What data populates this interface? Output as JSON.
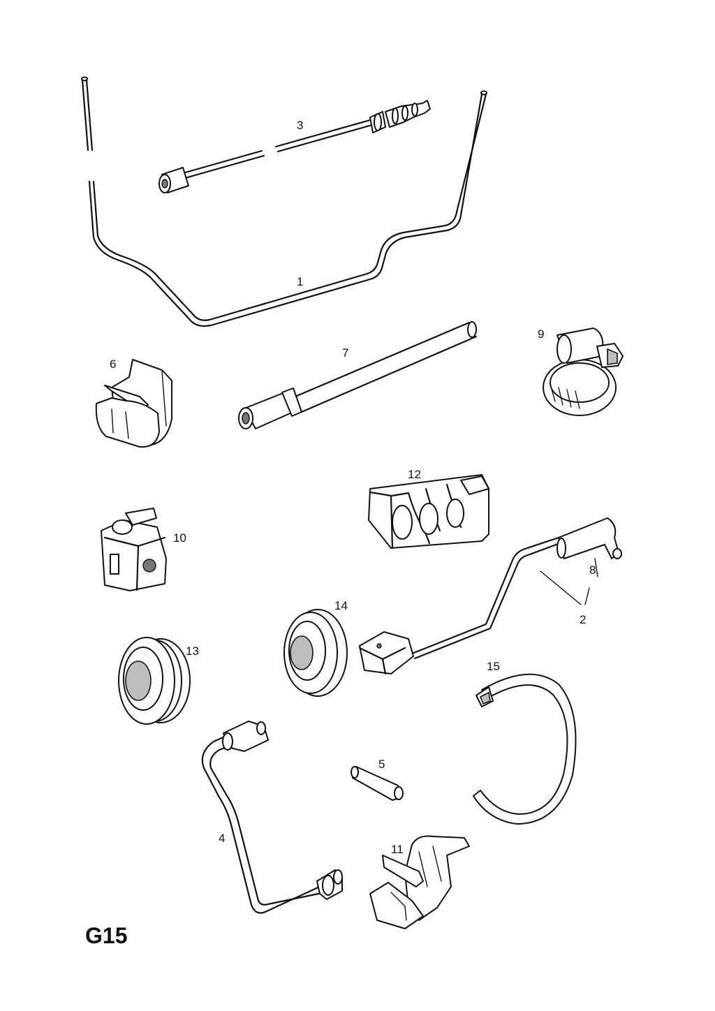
{
  "page_code": "G15",
  "callouts": {
    "c1": "1",
    "c2": "2",
    "c3": "3",
    "c4": "4",
    "c5": "5",
    "c6": "6",
    "c7": "7",
    "c8": "8",
    "c9": "9",
    "c10": "10",
    "c11": "11",
    "c12": "12",
    "c13": "13",
    "c14": "14",
    "c15": "15"
  }
}
